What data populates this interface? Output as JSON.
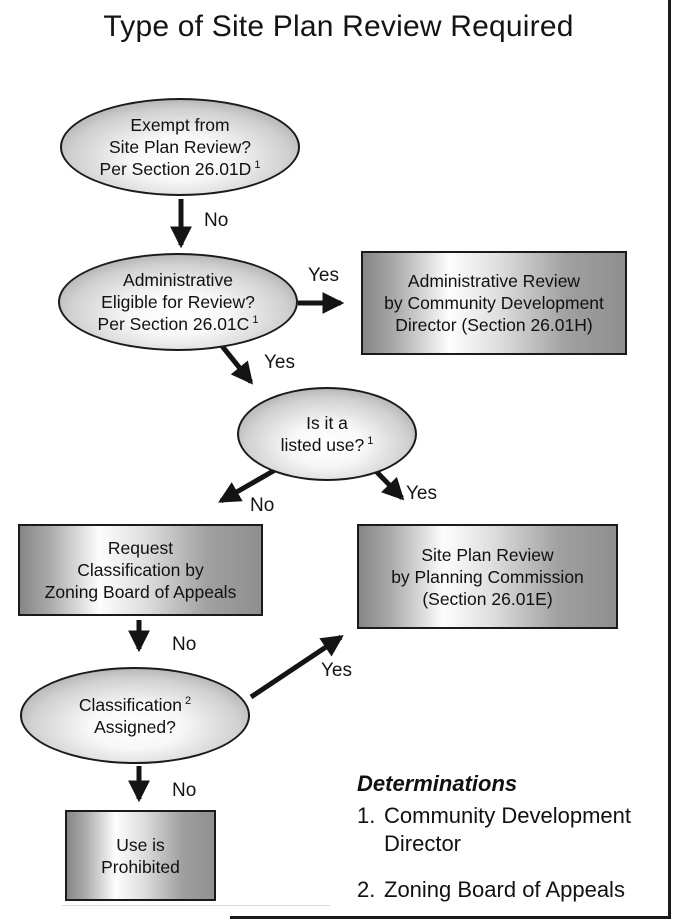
{
  "title": "Type of Site Plan Review Required",
  "nodes": {
    "exempt": {
      "line1": "Exempt from",
      "line2": "Site Plan Review?",
      "line3": "Per Section 26.01D",
      "sup": "1"
    },
    "admin_eligible": {
      "line1": "Administrative",
      "line2": "Eligible for Review?",
      "line3": "Per Section 26.01C",
      "sup": "1"
    },
    "listed_use": {
      "line1": "Is it a",
      "line2": "listed use?",
      "sup": "1"
    },
    "admin_review": {
      "line1": "Administrative Review",
      "line2": "by Community Development",
      "line3": "Director (Section 26.01H)"
    },
    "request_classification": {
      "line1": "Request",
      "line2": "Classification by",
      "line3": "Zoning Board of Appeals"
    },
    "site_plan_review": {
      "line1": "Site Plan Review",
      "line2": "by Planning Commission",
      "line3": "(Section 26.01E)"
    },
    "classification_assigned": {
      "line1": "Classification",
      "sup": "2",
      "line2": "Assigned?"
    },
    "use_prohibited": {
      "line1": "Use is",
      "line2": "Prohibited"
    }
  },
  "edge_labels": {
    "exempt_no": "No",
    "eligible_yes": "Yes",
    "eligible_down_yes": "Yes",
    "listed_no": "No",
    "listed_yes": "Yes",
    "request_no": "No",
    "classification_yes": "Yes",
    "classification_no": "No"
  },
  "legend": {
    "heading": "Determinations",
    "item1_num": "1.",
    "item1_text": "Community Development Director",
    "item2_num": "2.",
    "item2_text": "Zoning Board of Appeals"
  },
  "colors": {
    "ink": "#141414",
    "node_edge_gray": "#8d8d8d",
    "node_highlight": "#ffffff",
    "background": "#ffffff"
  }
}
